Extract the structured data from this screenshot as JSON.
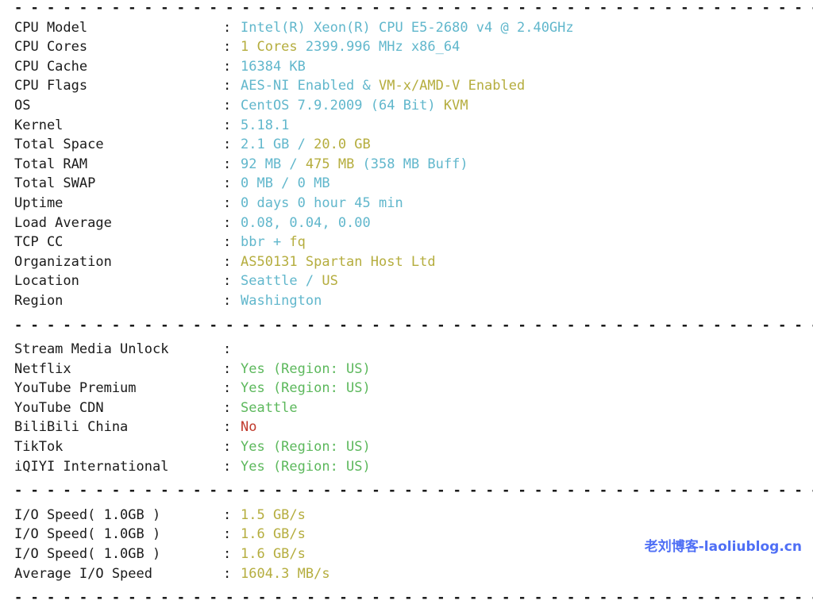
{
  "terminal": {
    "separator_char": "-",
    "separator_repeat": 62,
    "colon": ":"
  },
  "colors": {
    "cyan": "#61b7cc",
    "olive": "#b5ad3e",
    "green": "#5cb85c",
    "red": "#c0392b",
    "text": "#1a1a1a",
    "background": "#ffffff",
    "watermark": "#4f6ff5"
  },
  "sections": [
    {
      "name": "system-info",
      "rows": [
        {
          "label": "CPU Model",
          "parts": [
            {
              "text": "Intel(R) Xeon(R) CPU E5-2680 v4 @ 2.40GHz",
              "color": "cyan"
            }
          ]
        },
        {
          "label": "CPU Cores",
          "parts": [
            {
              "text": "1 Cores ",
              "color": "olive"
            },
            {
              "text": "2399.996 MHz x86_64",
              "color": "cyan"
            }
          ]
        },
        {
          "label": "CPU Cache",
          "parts": [
            {
              "text": "16384 KB",
              "color": "cyan"
            }
          ]
        },
        {
          "label": "CPU Flags",
          "parts": [
            {
              "text": "AES-NI Enabled & ",
              "color": "cyan"
            },
            {
              "text": "VM-x/AMD-V Enabled",
              "color": "olive"
            }
          ]
        },
        {
          "label": "OS",
          "parts": [
            {
              "text": "CentOS 7.9.2009 (64 Bit) ",
              "color": "cyan"
            },
            {
              "text": "KVM",
              "color": "olive"
            }
          ]
        },
        {
          "label": "Kernel",
          "parts": [
            {
              "text": "5.18.1",
              "color": "cyan"
            }
          ]
        },
        {
          "label": "Total Space",
          "parts": [
            {
              "text": "2.1 GB / ",
              "color": "cyan"
            },
            {
              "text": "20.0 GB",
              "color": "olive"
            }
          ]
        },
        {
          "label": "Total RAM",
          "parts": [
            {
              "text": "92 MB / ",
              "color": "cyan"
            },
            {
              "text": "475 MB ",
              "color": "olive"
            },
            {
              "text": "(358 MB Buff)",
              "color": "cyan"
            }
          ]
        },
        {
          "label": "Total SWAP",
          "parts": [
            {
              "text": "0 MB / 0 MB",
              "color": "cyan"
            }
          ]
        },
        {
          "label": "Uptime",
          "parts": [
            {
              "text": "0 days 0 hour 45 min",
              "color": "cyan"
            }
          ]
        },
        {
          "label": "Load Average",
          "parts": [
            {
              "text": "0.08, 0.04, 0.00",
              "color": "cyan"
            }
          ]
        },
        {
          "label": "TCP CC",
          "parts": [
            {
              "text": "bbr + ",
              "color": "cyan"
            },
            {
              "text": "fq",
              "color": "olive"
            }
          ]
        },
        {
          "label": "Organization",
          "parts": [
            {
              "text": "AS50131 Spartan Host Ltd",
              "color": "olive"
            }
          ]
        },
        {
          "label": "Location",
          "parts": [
            {
              "text": "Seattle / ",
              "color": "cyan"
            },
            {
              "text": "US",
              "color": "olive"
            }
          ]
        },
        {
          "label": "Region",
          "parts": [
            {
              "text": "Washington",
              "color": "cyan"
            }
          ]
        }
      ]
    },
    {
      "name": "stream-media-unlock",
      "rows": [
        {
          "label": "Stream Media Unlock",
          "parts": []
        },
        {
          "label": "Netflix",
          "parts": [
            {
              "text": "Yes (Region: US)",
              "color": "green"
            }
          ]
        },
        {
          "label": "YouTube Premium",
          "parts": [
            {
              "text": "Yes (Region: US)",
              "color": "green"
            }
          ]
        },
        {
          "label": "YouTube CDN",
          "parts": [
            {
              "text": "Seattle",
              "color": "green"
            }
          ]
        },
        {
          "label": "BiliBili China",
          "parts": [
            {
              "text": "No",
              "color": "red"
            }
          ]
        },
        {
          "label": "TikTok",
          "parts": [
            {
              "text": "Yes (Region: US)",
              "color": "green"
            }
          ]
        },
        {
          "label": "iQIYI International",
          "parts": [
            {
              "text": "Yes (Region: US)",
              "color": "green"
            }
          ]
        }
      ]
    },
    {
      "name": "io-speed",
      "rows": [
        {
          "label": "I/O Speed( 1.0GB )",
          "parts": [
            {
              "text": "1.5 GB/s",
              "color": "olive"
            }
          ]
        },
        {
          "label": "I/O Speed( 1.0GB )",
          "parts": [
            {
              "text": "1.6 GB/s",
              "color": "olive"
            }
          ]
        },
        {
          "label": "I/O Speed( 1.0GB )",
          "parts": [
            {
              "text": "1.6 GB/s",
              "color": "olive"
            }
          ]
        },
        {
          "label": "Average I/O Speed",
          "parts": [
            {
              "text": "1604.3 MB/s",
              "color": "olive"
            }
          ]
        }
      ]
    }
  ],
  "watermark": {
    "text": "老刘博客-laoliublog.cn"
  }
}
